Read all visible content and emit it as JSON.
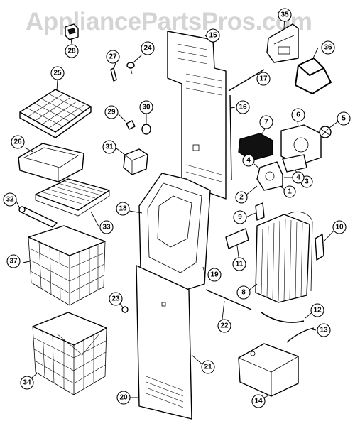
{
  "watermark": "AppliancePartsPros.com",
  "callouts": [
    {
      "id": "1",
      "label": "1"
    },
    {
      "id": "2",
      "label": "2"
    },
    {
      "id": "3",
      "label": "3"
    },
    {
      "id": "4a",
      "label": "4"
    },
    {
      "id": "4b",
      "label": "4"
    },
    {
      "id": "5",
      "label": "5"
    },
    {
      "id": "6",
      "label": "6"
    },
    {
      "id": "7",
      "label": "7"
    },
    {
      "id": "8",
      "label": "8"
    },
    {
      "id": "9",
      "label": "9"
    },
    {
      "id": "10",
      "label": "10"
    },
    {
      "id": "11",
      "label": "11"
    },
    {
      "id": "12",
      "label": "12"
    },
    {
      "id": "13",
      "label": "13"
    },
    {
      "id": "14",
      "label": "14"
    },
    {
      "id": "15",
      "label": "15"
    },
    {
      "id": "16",
      "label": "16"
    },
    {
      "id": "17",
      "label": "17"
    },
    {
      "id": "18",
      "label": "18"
    },
    {
      "id": "19",
      "label": "19"
    },
    {
      "id": "20",
      "label": "20"
    },
    {
      "id": "21",
      "label": "21"
    },
    {
      "id": "22",
      "label": "22"
    },
    {
      "id": "23",
      "label": "23"
    },
    {
      "id": "24",
      "label": "24"
    },
    {
      "id": "25",
      "label": "25"
    },
    {
      "id": "26",
      "label": "26"
    },
    {
      "id": "27",
      "label": "27"
    },
    {
      "id": "28",
      "label": "28"
    },
    {
      "id": "29",
      "label": "29"
    },
    {
      "id": "30",
      "label": "30"
    },
    {
      "id": "31",
      "label": "31"
    },
    {
      "id": "32",
      "label": "32"
    },
    {
      "id": "33",
      "label": "33"
    },
    {
      "id": "34",
      "label": "34"
    },
    {
      "id": "35",
      "label": "35"
    },
    {
      "id": "36",
      "label": "36"
    },
    {
      "id": "37",
      "label": "37"
    }
  ]
}
